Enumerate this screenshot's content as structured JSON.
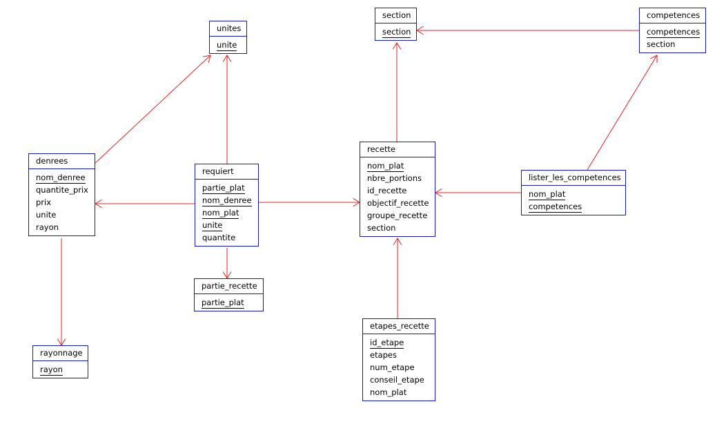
{
  "entities": {
    "unites": {
      "name": "unites",
      "fields": [
        {
          "name": "unite",
          "key": true
        }
      ]
    },
    "section": {
      "name": "section",
      "fields": [
        {
          "name": "section",
          "key": true
        }
      ]
    },
    "competences": {
      "name": "competences",
      "fields": [
        {
          "name": "competences",
          "key": true
        },
        {
          "name": "section",
          "key": false
        }
      ]
    },
    "denrees": {
      "name": "denrees",
      "fields": [
        {
          "name": "nom_denree",
          "key": true
        },
        {
          "name": "quantite_prix",
          "key": false
        },
        {
          "name": "prix",
          "key": false
        },
        {
          "name": "unite",
          "key": false
        },
        {
          "name": "rayon",
          "key": false
        }
      ]
    },
    "requiert": {
      "name": "requiert",
      "fields": [
        {
          "name": "partie_plat",
          "key": true
        },
        {
          "name": "nom_denree",
          "key": true
        },
        {
          "name": "nom_plat",
          "key": true
        },
        {
          "name": "unite",
          "key": true
        },
        {
          "name": "quantite",
          "key": false
        }
      ]
    },
    "recette": {
      "name": "recette",
      "fields": [
        {
          "name": "nom_plat",
          "key": true
        },
        {
          "name": "nbre_portions",
          "key": false
        },
        {
          "name": "id_recette",
          "key": false
        },
        {
          "name": "objectif_recette",
          "key": false
        },
        {
          "name": "groupe_recette",
          "key": false
        },
        {
          "name": "section",
          "key": false
        }
      ]
    },
    "lister_les_competences": {
      "name": "lister_les_competences",
      "fields": [
        {
          "name": "nom_plat",
          "key": true
        },
        {
          "name": "competences",
          "key": true
        }
      ]
    },
    "partie_recette": {
      "name": "partie_recette",
      "fields": [
        {
          "name": "partie_plat",
          "key": true
        }
      ]
    },
    "rayonnage": {
      "name": "rayonnage",
      "fields": [
        {
          "name": "rayon",
          "key": true
        }
      ]
    },
    "etapes_recette": {
      "name": "etapes_recette",
      "fields": [
        {
          "name": "id_etape",
          "key": true
        },
        {
          "name": "etapes",
          "key": false
        },
        {
          "name": "num_etape",
          "key": false
        },
        {
          "name": "conseil_etape",
          "key": false
        },
        {
          "name": "nom_plat",
          "key": false
        }
      ]
    }
  },
  "relationships": [
    {
      "from": "denrees",
      "to": "unites"
    },
    {
      "from": "requiert",
      "to": "unites"
    },
    {
      "from": "requiert",
      "to": "denrees"
    },
    {
      "from": "requiert",
      "to": "recette"
    },
    {
      "from": "requiert",
      "to": "partie_recette"
    },
    {
      "from": "denrees",
      "to": "rayonnage"
    },
    {
      "from": "recette",
      "to": "section"
    },
    {
      "from": "competences",
      "to": "section"
    },
    {
      "from": "lister_les_competences",
      "to": "competences"
    },
    {
      "from": "lister_les_competences",
      "to": "recette"
    },
    {
      "from": "etapes_recette",
      "to": "recette"
    }
  ],
  "colors": {
    "entity_border": "#1a1aa8",
    "relationship_line": "#e02020"
  }
}
